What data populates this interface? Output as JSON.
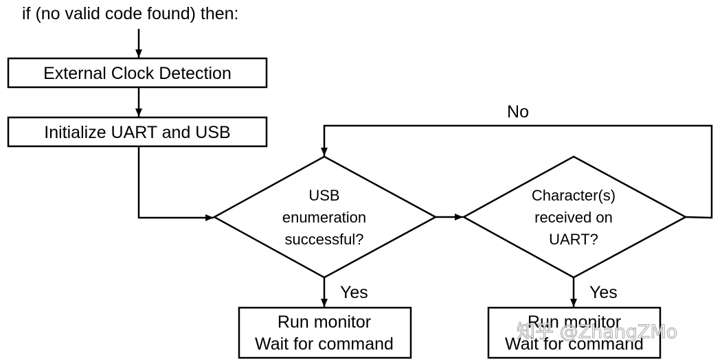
{
  "header": {
    "condition": "if (no valid code found) then:"
  },
  "steps": {
    "clock_detection": "External Clock Detection",
    "init_uart_usb": "Initialize UART and USB"
  },
  "decisions": {
    "usb_enumeration": {
      "line1": "USB",
      "line2": "enumeration",
      "line3": "successful?"
    },
    "uart_character": {
      "line1": "Character(s)",
      "line2": "received on",
      "line3": "UART?"
    }
  },
  "edge_labels": {
    "yes_left": "Yes",
    "yes_right": "Yes",
    "no_loop": "No"
  },
  "outcomes": {
    "left": {
      "line1": "Run monitor",
      "line2": "Wait for command"
    },
    "right": {
      "line1": "Run monitor",
      "line2": "Wait for command"
    }
  },
  "watermark": "知乎 @ZhangZMo"
}
